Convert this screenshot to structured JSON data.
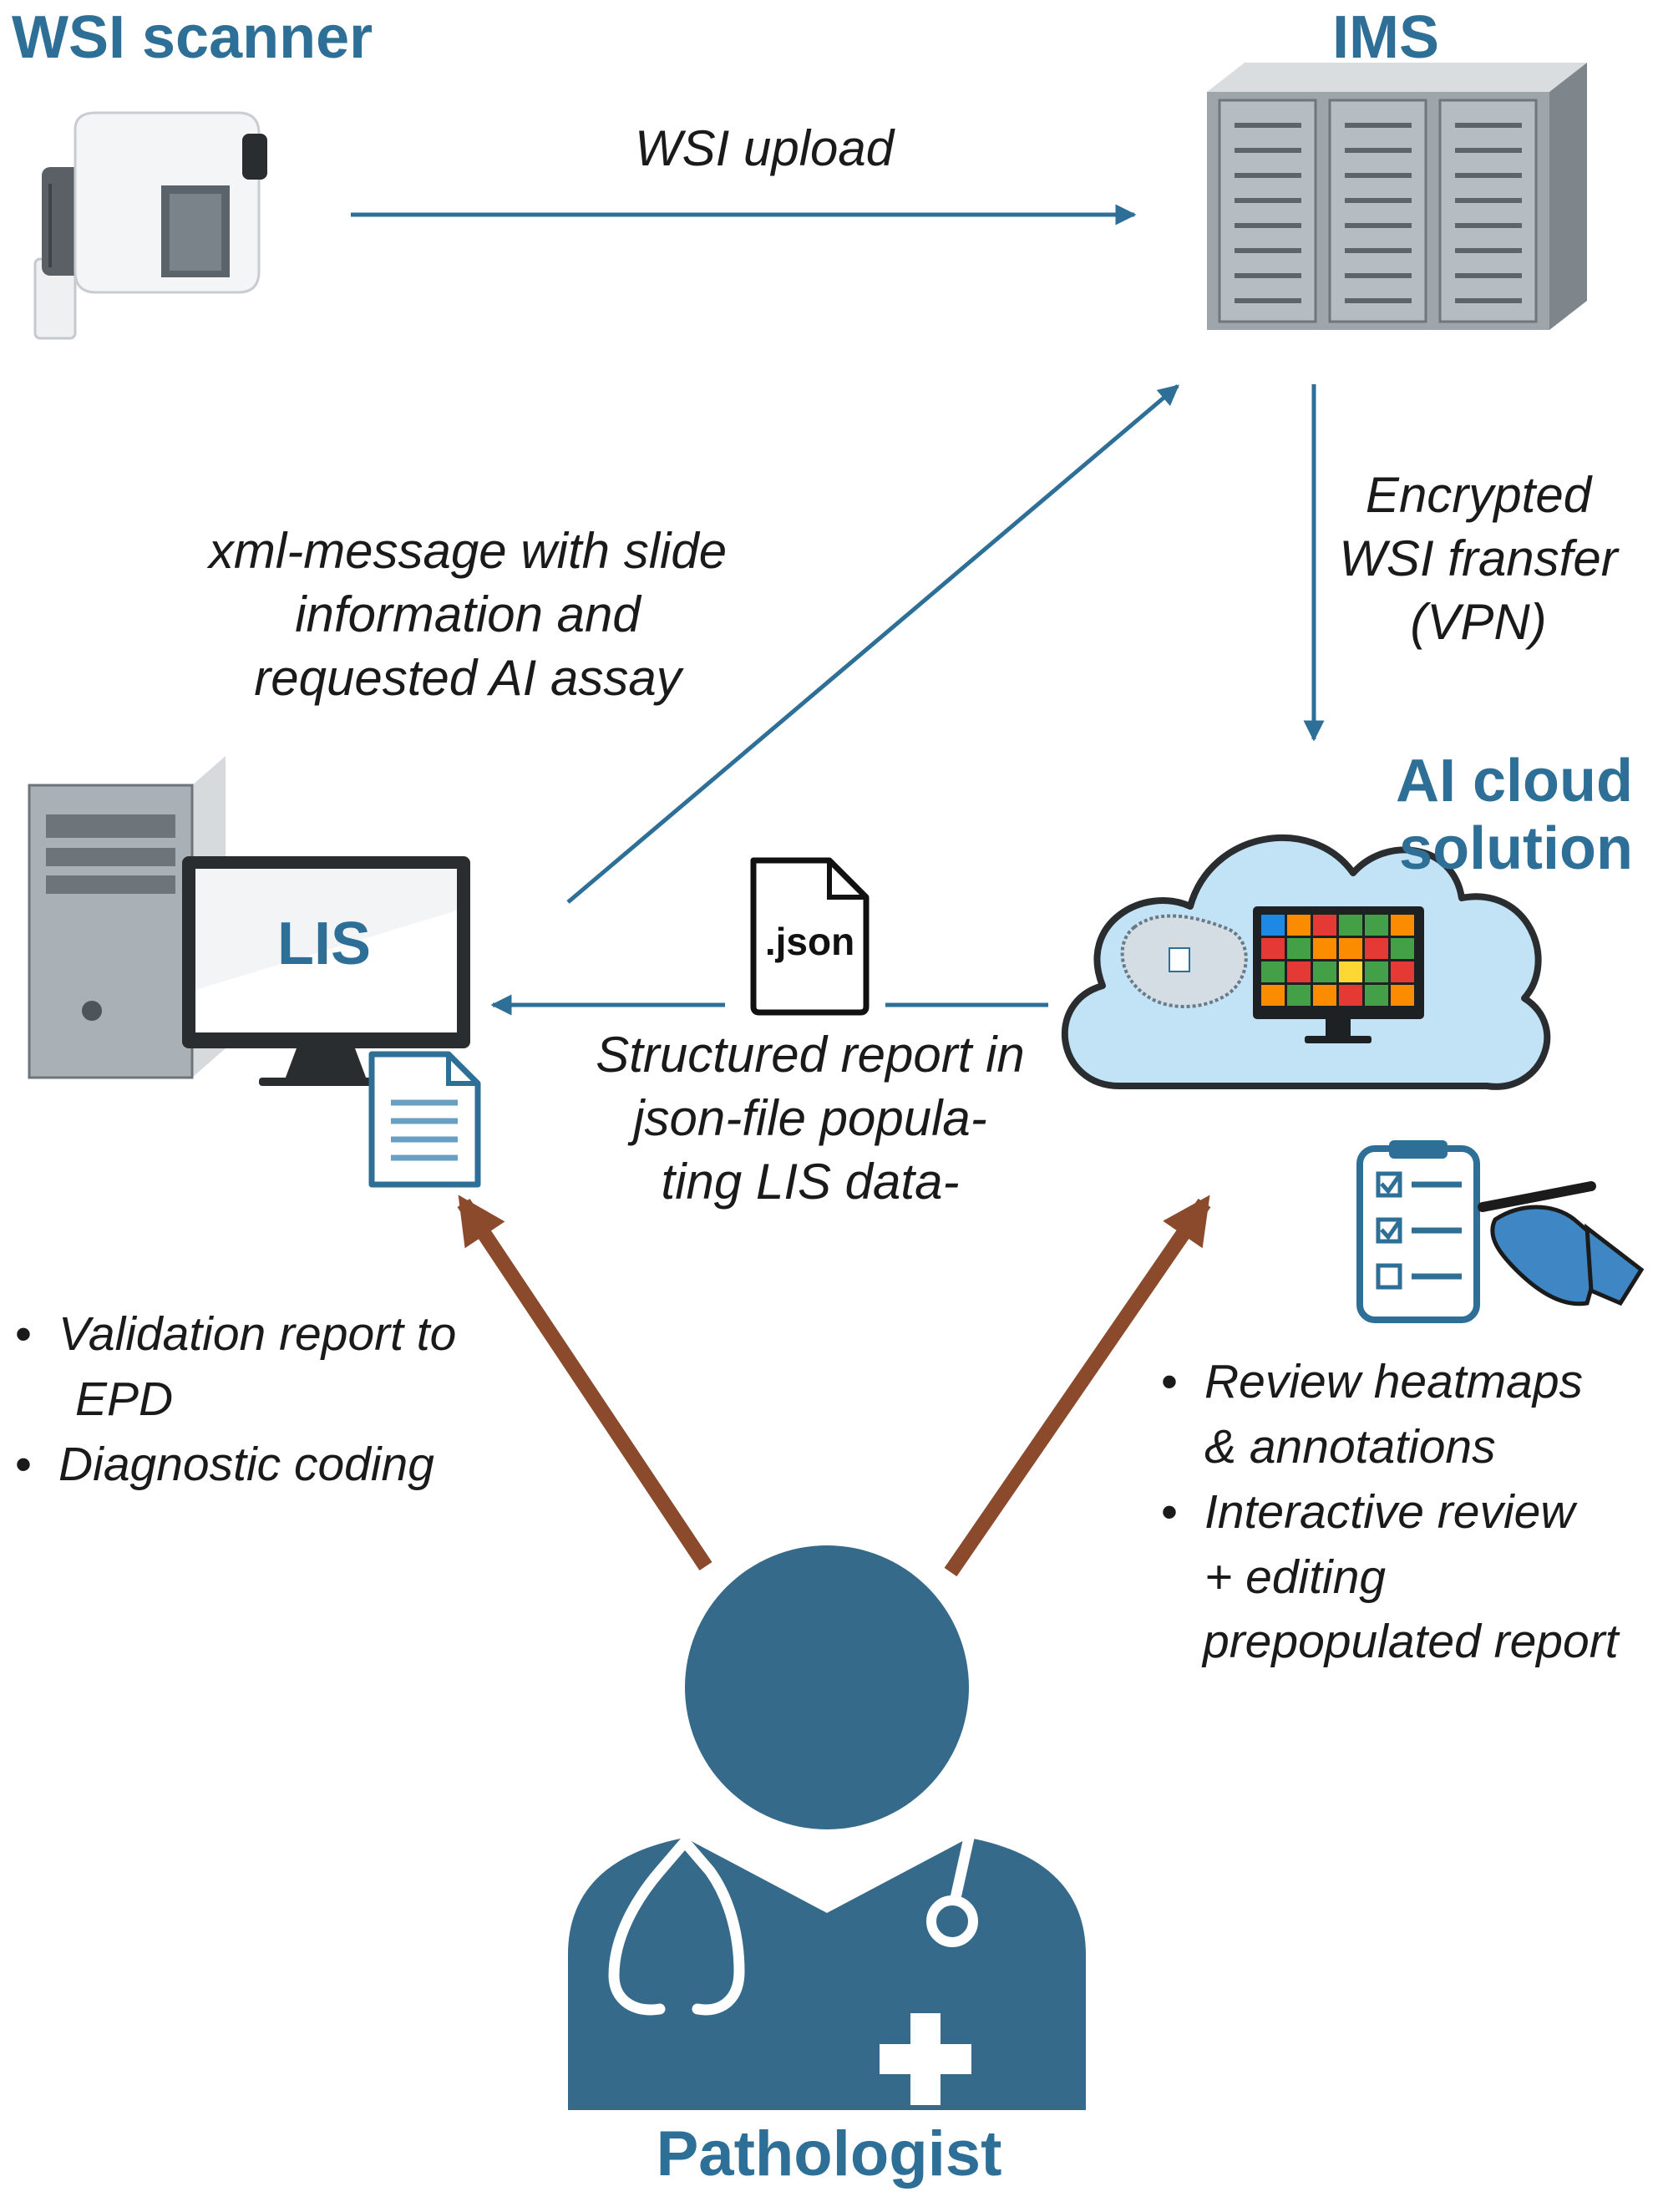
{
  "nodes": {
    "scanner": {
      "title": "WSI scanner",
      "icon": "wsi-scanner-icon"
    },
    "ims": {
      "title": "IMS",
      "icon": "server-rack-icon"
    },
    "lis": {
      "title": "LIS",
      "icon": "desktop-computer-icon"
    },
    "ai_cloud": {
      "title_line1": "AI cloud",
      "title_line2": "solution",
      "icon": "cloud-heatmap-icon"
    },
    "pathologist": {
      "title": "Pathologist",
      "icon": "doctor-avatar-icon"
    }
  },
  "edges": {
    "upload": {
      "label": "WSI upload"
    },
    "encrypted": {
      "lines": [
        "Encrypted",
        "WSI fransfer",
        "(VPN)"
      ]
    },
    "xml": {
      "lines": [
        "xml-message with  slide",
        "information and",
        "requested AI assay"
      ]
    },
    "json": {
      "file_label": ".json",
      "lines": [
        "Structured report in",
        "json-file popula-",
        "ting LIS data-"
      ]
    }
  },
  "bullets": {
    "lis": [
      "Validation report to",
      "EPD",
      "Diagnostic coding"
    ],
    "ai": [
      "Review heatmaps",
      "& annotations",
      "Interactive review",
      "+ editing",
      "prepopulated report"
    ]
  },
  "colors": {
    "primary": "#2d6f96",
    "pathologist": "#356a8a",
    "brown_arrow": "#8b4a2b",
    "cloud_fill": "#bfe0f5",
    "server_gray": "#9aa2a8"
  }
}
